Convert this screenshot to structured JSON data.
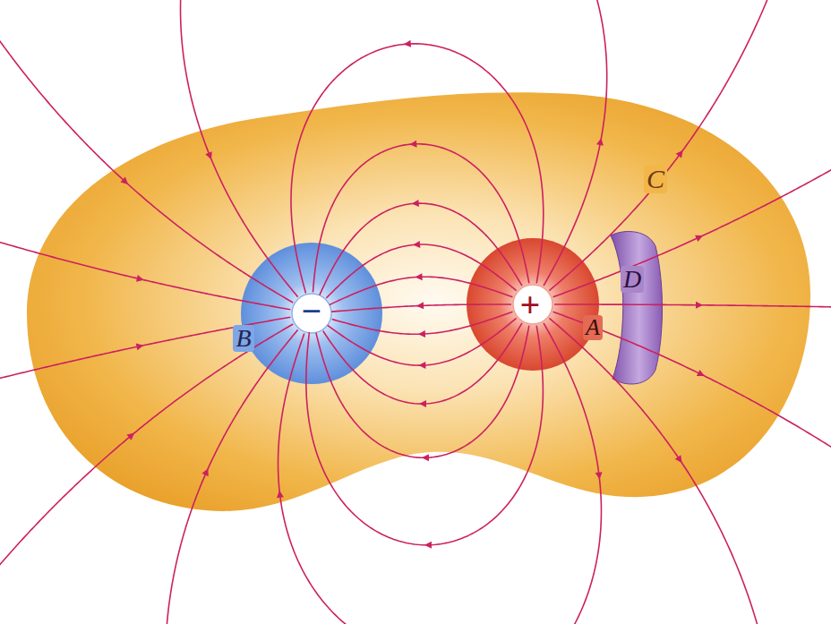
{
  "diagram": {
    "nodes": [
      {
        "text": [
          "C"
        ]
      },
      {
        "text": [
          "−",
          "B"
        ],
        "in": 0
      },
      {
        "text": [
          "+",
          "A"
        ],
        "in": 0
      },
      {
        "text": [
          "D"
        ],
        "in": 0
      }
    ]
  }
}
